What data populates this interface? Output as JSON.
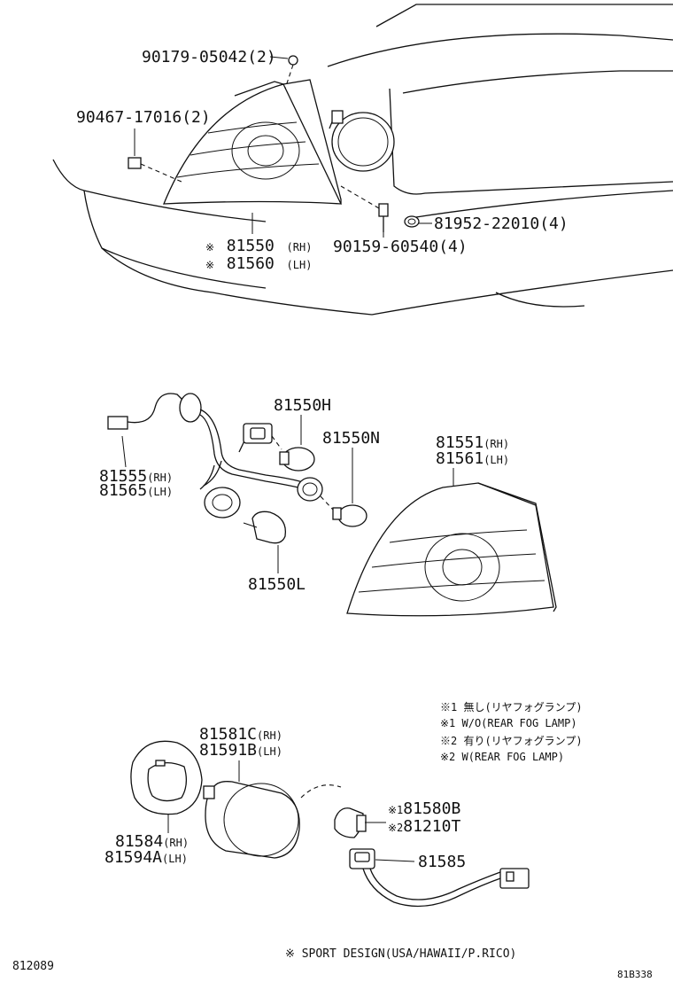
{
  "diagram": {
    "top": {
      "parts": [
        {
          "num": "90179-05042",
          "qty": "(2)"
        },
        {
          "num": "90467-17016",
          "qty": "(2)"
        },
        {
          "num": "81952-22010",
          "qty": "(4)"
        },
        {
          "num": "90159-60540",
          "qty": "(4)"
        }
      ],
      "lamp_rh": {
        "mark": "※",
        "num": "81550",
        "side": "(RH)"
      },
      "lamp_lh": {
        "mark": "※",
        "num": "81560",
        "side": "(LH)"
      }
    },
    "middle": {
      "socket_rh": {
        "num": "81555",
        "side": "(RH)"
      },
      "socket_lh": {
        "num": "81565",
        "side": "(LH)"
      },
      "bulb_h": "81550H",
      "bulb_n": "81550N",
      "bulb_l": "81550L",
      "lens_rh": {
        "num": "81551",
        "side": "(RH)"
      },
      "lens_lh": {
        "num": "81561",
        "side": "(LH)"
      }
    },
    "notes": [
      "※1 無し(リヤフォグランプ)",
      "※1 W/O(REAR FOG LAMP)",
      "※2 有り(リヤフォグランプ)",
      "※2 W(REAR FOG LAMP)"
    ],
    "bottom": {
      "fog_rh": {
        "num": "81581C",
        "side": "(RH)"
      },
      "fog_lh": {
        "num": "81591B",
        "side": "(LH)"
      },
      "cover_rh": {
        "num": "81584",
        "side": "(RH)"
      },
      "cover_lh": {
        "num": "81594A",
        "side": "(LH)"
      },
      "bulb1": {
        "mark": "※1",
        "num": "81580B"
      },
      "bulb2": {
        "mark": "※2",
        "num": "81210T"
      },
      "socket": "81585"
    },
    "footer": {
      "note": "※ SPORT DESIGN(USA/HAWAII/P.RICO)",
      "left_code": "812089",
      "right_code": "81B338"
    }
  }
}
